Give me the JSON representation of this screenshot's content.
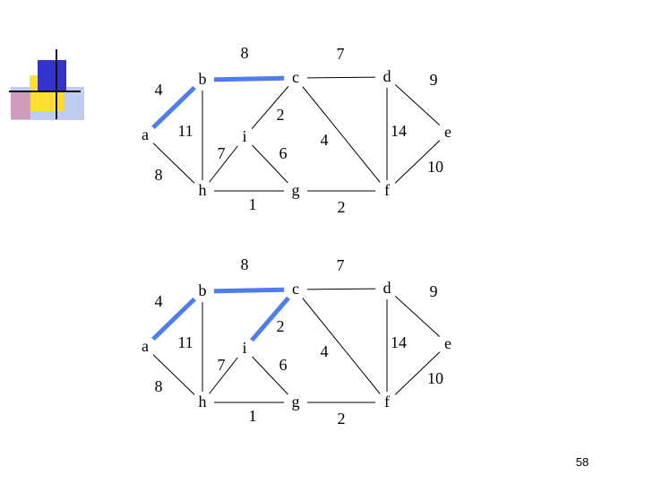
{
  "colors": {
    "tree_edge": "#4d7df0",
    "edge": "#000000",
    "node_fill": "#ffffff",
    "deco_blue": "#3333cc",
    "deco_yellow": "#ffdd33",
    "deco_red": "#ee4455",
    "deco_light_blue": "#aabbee"
  },
  "slide_number": "58",
  "graphs": [
    {
      "nodes": [
        "a",
        "b",
        "c",
        "d",
        "e",
        "f",
        "g",
        "h",
        "i"
      ],
      "edges": [
        {
          "from": "a",
          "to": "b",
          "weight": "4",
          "tree": true
        },
        {
          "from": "a",
          "to": "h",
          "weight": "8",
          "tree": false
        },
        {
          "from": "b",
          "to": "c",
          "weight": "8",
          "tree": true
        },
        {
          "from": "b",
          "to": "h",
          "weight": "11",
          "tree": false
        },
        {
          "from": "c",
          "to": "d",
          "weight": "7",
          "tree": false
        },
        {
          "from": "c",
          "to": "i",
          "weight": "2",
          "tree": false
        },
        {
          "from": "c",
          "to": "f",
          "weight": "4",
          "tree": false
        },
        {
          "from": "d",
          "to": "e",
          "weight": "9",
          "tree": false
        },
        {
          "from": "d",
          "to": "f",
          "weight": "14",
          "tree": false
        },
        {
          "from": "e",
          "to": "f",
          "weight": "10",
          "tree": false
        },
        {
          "from": "f",
          "to": "g",
          "weight": "2",
          "tree": false
        },
        {
          "from": "g",
          "to": "h",
          "weight": "1",
          "tree": false
        },
        {
          "from": "g",
          "to": "i",
          "weight": "6",
          "tree": false
        },
        {
          "from": "h",
          "to": "i",
          "weight": "7",
          "tree": false
        }
      ]
    },
    {
      "nodes": [
        "a",
        "b",
        "c",
        "d",
        "e",
        "f",
        "g",
        "h",
        "i"
      ],
      "edges": [
        {
          "from": "a",
          "to": "b",
          "weight": "4",
          "tree": true
        },
        {
          "from": "a",
          "to": "h",
          "weight": "8",
          "tree": false
        },
        {
          "from": "b",
          "to": "c",
          "weight": "8",
          "tree": true
        },
        {
          "from": "b",
          "to": "h",
          "weight": "11",
          "tree": false
        },
        {
          "from": "c",
          "to": "d",
          "weight": "7",
          "tree": false
        },
        {
          "from": "c",
          "to": "i",
          "weight": "2",
          "tree": true
        },
        {
          "from": "c",
          "to": "f",
          "weight": "4",
          "tree": false
        },
        {
          "from": "d",
          "to": "e",
          "weight": "9",
          "tree": false
        },
        {
          "from": "d",
          "to": "f",
          "weight": "14",
          "tree": false
        },
        {
          "from": "e",
          "to": "f",
          "weight": "10",
          "tree": false
        },
        {
          "from": "f",
          "to": "g",
          "weight": "2",
          "tree": false
        },
        {
          "from": "g",
          "to": "h",
          "weight": "1",
          "tree": false
        },
        {
          "from": "g",
          "to": "i",
          "weight": "6",
          "tree": false
        },
        {
          "from": "h",
          "to": "i",
          "weight": "7",
          "tree": false
        }
      ]
    }
  ]
}
